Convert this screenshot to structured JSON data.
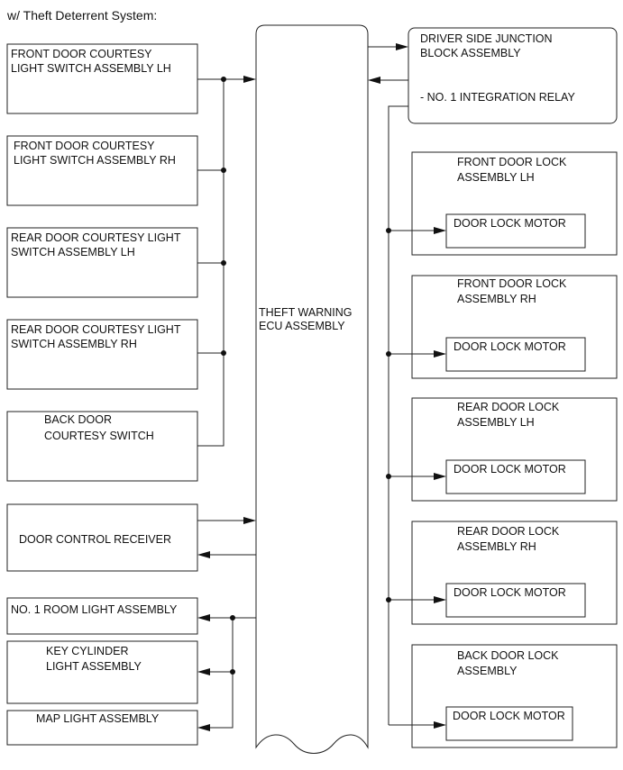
{
  "title": "w/ Theft Deterrent System:",
  "ecu": {
    "line1": "THEFT WARNING",
    "line2": "ECU ASSEMBLY"
  },
  "left_switches": [
    {
      "line1": "FRONT DOOR COURTESY",
      "line2": "LIGHT SWITCH ASSEMBLY LH"
    },
    {
      "line1": "FRONT DOOR COURTESY",
      "line2": "LIGHT SWITCH ASSEMBLY RH"
    },
    {
      "line1": "REAR DOOR COURTESY LIGHT",
      "line2": "SWITCH ASSEMBLY LH"
    },
    {
      "line1": "REAR DOOR COURTESY LIGHT",
      "line2": "SWITCH ASSEMBLY RH"
    },
    {
      "line1": "BACK DOOR",
      "line2": "COURTESY SWITCH"
    }
  ],
  "receiver": {
    "label": "DOOR CONTROL RECEIVER"
  },
  "lights": [
    {
      "line1": "NO. 1 ROOM LIGHT ASSEMBLY",
      "line2": ""
    },
    {
      "line1": "KEY CYLINDER",
      "line2": "LIGHT ASSEMBLY"
    },
    {
      "line1": "MAP LIGHT ASSEMBLY",
      "line2": ""
    }
  ],
  "junction": {
    "line1": "DRIVER SIDE JUNCTION",
    "line2": "BLOCK ASSEMBLY",
    "relay": "- NO. 1 INTEGRATION RELAY"
  },
  "door_locks": [
    {
      "line1": "FRONT DOOR LOCK",
      "line2": "ASSEMBLY LH",
      "motor": "DOOR LOCK MOTOR"
    },
    {
      "line1": "FRONT DOOR LOCK",
      "line2": "ASSEMBLY RH",
      "motor": "DOOR LOCK MOTOR"
    },
    {
      "line1": "REAR DOOR LOCK",
      "line2": "ASSEMBLY LH",
      "motor": "DOOR LOCK MOTOR"
    },
    {
      "line1": "REAR DOOR LOCK",
      "line2": "ASSEMBLY RH",
      "motor": "DOOR LOCK MOTOR"
    },
    {
      "line1": "BACK DOOR LOCK",
      "line2": "ASSEMBLY",
      "motor": "DOOR LOCK MOTOR"
    }
  ]
}
